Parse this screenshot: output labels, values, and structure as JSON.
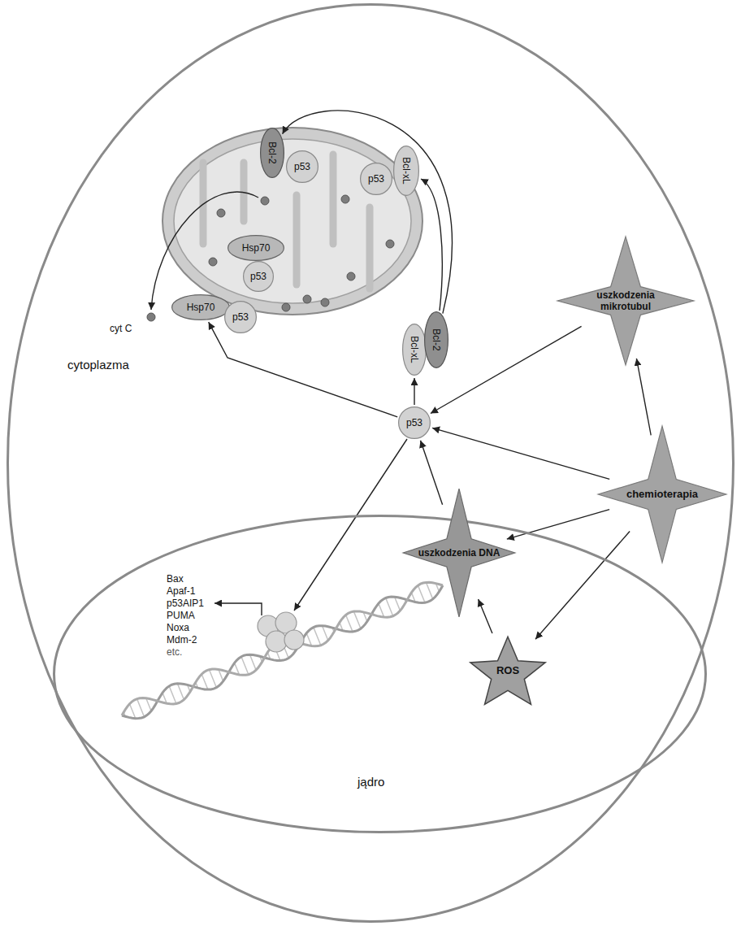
{
  "diagram": {
    "nodes": [
      {
        "text": [
          "cytoplazma"
        ]
      },
      {
        "text": [
          "Bcl-2"
        ],
        "in": 0
      },
      {
        "text": [
          "p53"
        ],
        "in": 0
      },
      {
        "text": [
          "p53"
        ],
        "in": 0
      },
      {
        "text": [
          "Bcl-xL"
        ],
        "in": 0
      },
      {
        "text": [
          "Hsp70"
        ],
        "in": 0
      },
      {
        "text": [
          "p53"
        ],
        "in": 0
      },
      {
        "text": [
          "Bcl-xL"
        ],
        "in": 0
      },
      {
        "text": [
          "Bcl-2"
        ],
        "in": 0
      },
      {
        "text": [
          "Hsp70"
        ],
        "in": 0
      },
      {
        "text": [
          "p53"
        ],
        "in": 0
      },
      {
        "text": [
          "uszkodzenia mikrotubul"
        ],
        "in": 0
      },
      {
        "text": [
          "p53"
        ],
        "in": 0
      },
      {
        "text": [
          "chemioterapia"
        ],
        "in": 0
      },
      {
        "text": [
          "jądro"
        ],
        "in": 0
      },
      {
        "text": [
          "uszkodzenia DNA"
        ],
        "in": 14
      },
      {
        "text": [
          "ROS"
        ],
        "in": 14
      }
    ],
    "edges": [
      {
        "from": 13,
        "to": 11,
        "arrow": "to"
      },
      {
        "from": 11,
        "to": 12,
        "arrow": "to"
      },
      {
        "from": 13,
        "to": 12,
        "arrow": "to"
      },
      {
        "from": 13,
        "to": 15,
        "arrow": "to"
      },
      {
        "from": 13,
        "to": 16,
        "arrow": "to"
      },
      {
        "from": 16,
        "to": 15,
        "arrow": "to"
      },
      {
        "from": 15,
        "to": 12,
        "arrow": "to"
      },
      {
        "from": 12,
        "to": 9,
        "arrow": "to"
      },
      {
        "from": 12,
        "to": 7,
        "arrow": "to"
      },
      {
        "from": 8,
        "to": 1,
        "arrow": "to"
      },
      {
        "from": 8,
        "to": 4,
        "arrow": "to"
      }
    ],
    "labels": [
      "cyt C",
      "Bax",
      "Apaf-1",
      "p53AIP1",
      "PUMA",
      "Noxa",
      "Mdm-2",
      "etc."
    ]
  }
}
